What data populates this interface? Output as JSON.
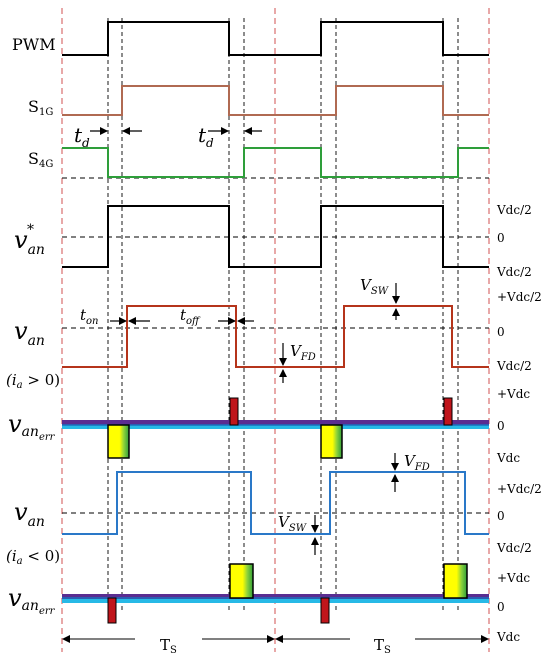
{
  "signals": {
    "pwm": "PWM",
    "s1g": "S",
    "s1g_sub": "1G",
    "s4g": "S",
    "s4g_sub": "4G",
    "vref": "v",
    "vref_sub": "an",
    "vref_sup": "*",
    "van": "v",
    "van_sub": "an",
    "vanerr": "v",
    "vanerr_sub": "an",
    "vanerr_subsub": "err"
  },
  "conditions": {
    "pos_open": "(i",
    "pos_sub": "a",
    "pos_close": " > 0)",
    "neg_open": "(i",
    "neg_sub": "a",
    "neg_close": " < 0)"
  },
  "annotations": {
    "td": "t",
    "td_sub": "d",
    "ton": "t",
    "ton_sub": "on",
    "toff": "t",
    "toff_sub": "off",
    "vsw": "V",
    "vsw_sub": "SW",
    "vfd": "V",
    "vfd_sub": "FD",
    "ts": "T",
    "ts_sub": "S"
  },
  "right_labels": {
    "vref_top": "Vdc/2",
    "vref_mid": "0",
    "vref_bot": "Vdc/2",
    "van1_top": "+Vdc/2",
    "van1_mid": "0",
    "van1_bot": "Vdc/2",
    "err1_top": "+Vdc",
    "err1_mid": "0",
    "err1_bot": "Vdc",
    "van2_top": "+Vdc/2",
    "van2_mid": "0",
    "van2_bot": "Vdc/2",
    "err2_top": "+Vdc",
    "err2_mid": "0",
    "err2_bot": "Vdc"
  },
  "colors": {
    "pwm": "#000000",
    "s1g": "#b06a52",
    "s4g": "#2e9e3a",
    "vref": "#000000",
    "van_pos": "#b5341b",
    "van_neg": "#2a78c8",
    "err_base_purple": "#5a2d91",
    "err_base_cyan": "#27b9e6",
    "err_spike": "#c0151b",
    "err_yellow": "#ffff00",
    "err_green": "#3aa63a",
    "guide_red": "#d05050"
  }
}
